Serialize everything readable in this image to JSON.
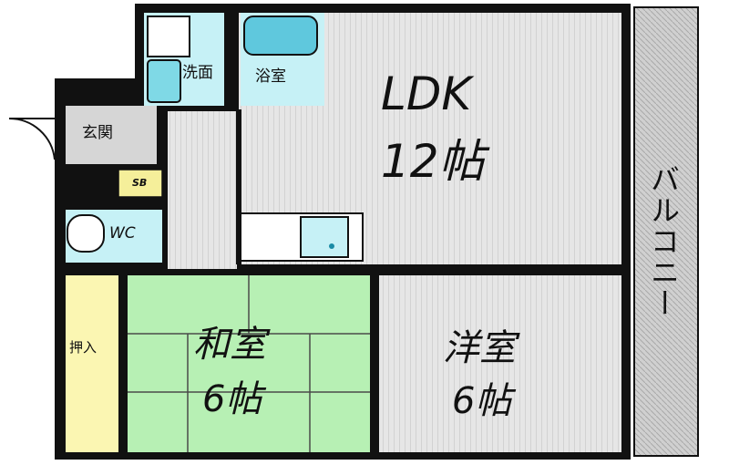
{
  "rooms": {
    "ldk": {
      "name": "LDK",
      "size": "12帖"
    },
    "washitsu": {
      "name": "和室",
      "size": "6帖"
    },
    "youshitsu": {
      "name": "洋室",
      "size": "6帖"
    },
    "balcony": "バルコニー",
    "genkan": "玄関",
    "senmen": "洗面",
    "yokushitsu": "浴室",
    "wc": "WC",
    "oshiire": "押入",
    "sb": "SB"
  },
  "colors": {
    "wall": "#111111",
    "floor_gray": "#e4e4e4",
    "tatami": "#b7f0b4",
    "wet_area": "#c6f1f6",
    "closet": "#fbf6b2",
    "balcony": "#cfcfcf",
    "sb_box": "#f5ef9a"
  }
}
